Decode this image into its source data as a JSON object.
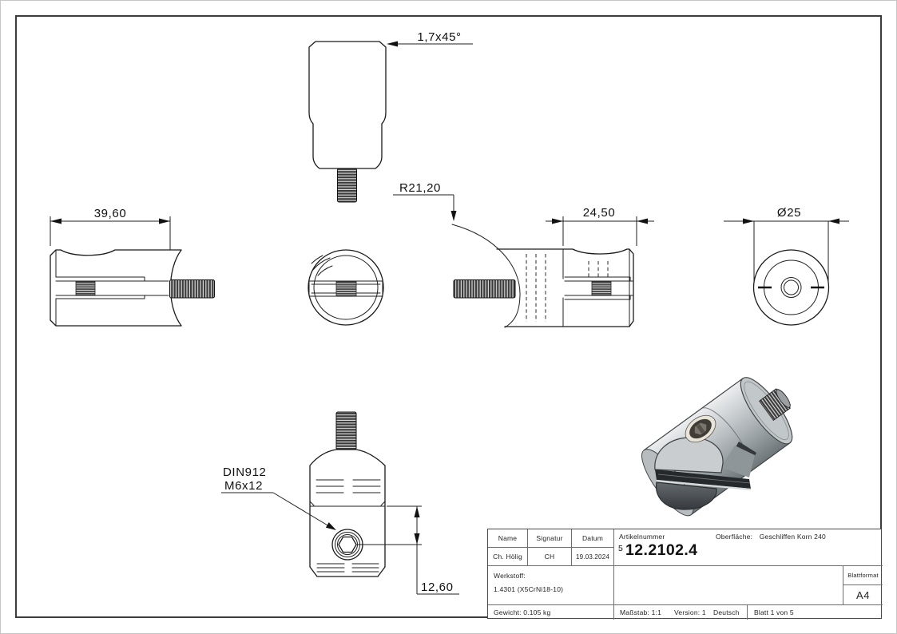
{
  "dimensions": {
    "chamfer": "1,7x45°",
    "radius": "R21,20",
    "left_width": "39,60",
    "right_width": "24,50",
    "diameter": "Ø25",
    "screw_line1": "DIN912",
    "screw_line2": "M6x12",
    "screw_offset": "12,60"
  },
  "title_block": {
    "name_label": "Name",
    "signature_label": "Signatur",
    "date_label": "Datum",
    "name_value": "Ch. Hölig",
    "signature_value": "CH",
    "date_value": "19.03.2024",
    "article_label": "Artikelnummer",
    "article_prefix": "5",
    "article_number": "12.2102.4",
    "surface_label": "Oberfläche:",
    "surface_value": "Geschliffen Korn 240",
    "material_label": "Werkstoff:",
    "material_value": "1.4301 (X5CrNi18-10)",
    "sheet_format_label": "Blattformat",
    "sheet_format_value": "A4",
    "weight": "Gewicht: 0.105 kg",
    "scale": "Maßstab: 1:1",
    "version": "Version: 1",
    "language": "Deutsch",
    "sheet": "Blatt 1 von 5"
  },
  "colors": {
    "line": "#1b1b1b",
    "frame": "#3c3c3c",
    "metal_light": "#cdd1d3",
    "metal_dark": "#44484c"
  }
}
